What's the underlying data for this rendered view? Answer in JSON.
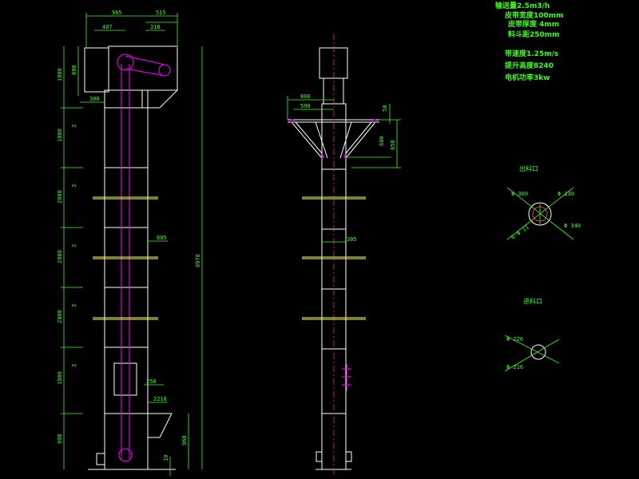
{
  "colors": {
    "background": "#000000",
    "outline": "#ffffff",
    "dimension": "#39ff14",
    "belt": "#ff00ff",
    "centerline": "#ff3030",
    "pipe": "#ffff66"
  },
  "notes": [
    "输送量2.5m3/h",
    "皮带宽度100mm",
    "皮带厚度 4mm",
    "料斗距250mm",
    "带速度1.25m/s",
    "提升高度8240",
    "电机功率3kw"
  ],
  "front_view": {
    "top_dims": [
      "965",
      "515",
      "407",
      "318"
    ],
    "left_dims": [
      "1000",
      "800",
      "300",
      "1000",
      "3",
      "2000",
      "3",
      "2000",
      "3",
      "2000",
      "3",
      "1000",
      "3",
      "998"
    ],
    "right_dims": [
      "8978",
      "960",
      "10"
    ],
    "inner_dims": [
      "805",
      "250",
      "2218"
    ]
  },
  "side_view": {
    "dims": [
      "800",
      "590",
      "50",
      "600",
      "850",
      "305"
    ]
  },
  "sections": [
    {
      "title": "出料口",
      "dims": [
        "Φ 300",
        "Φ 230",
        "Φ 340",
        "6-Φ 11"
      ]
    },
    {
      "title": "进料口",
      "dims": [
        "Φ 226",
        "Φ 216"
      ]
    }
  ]
}
